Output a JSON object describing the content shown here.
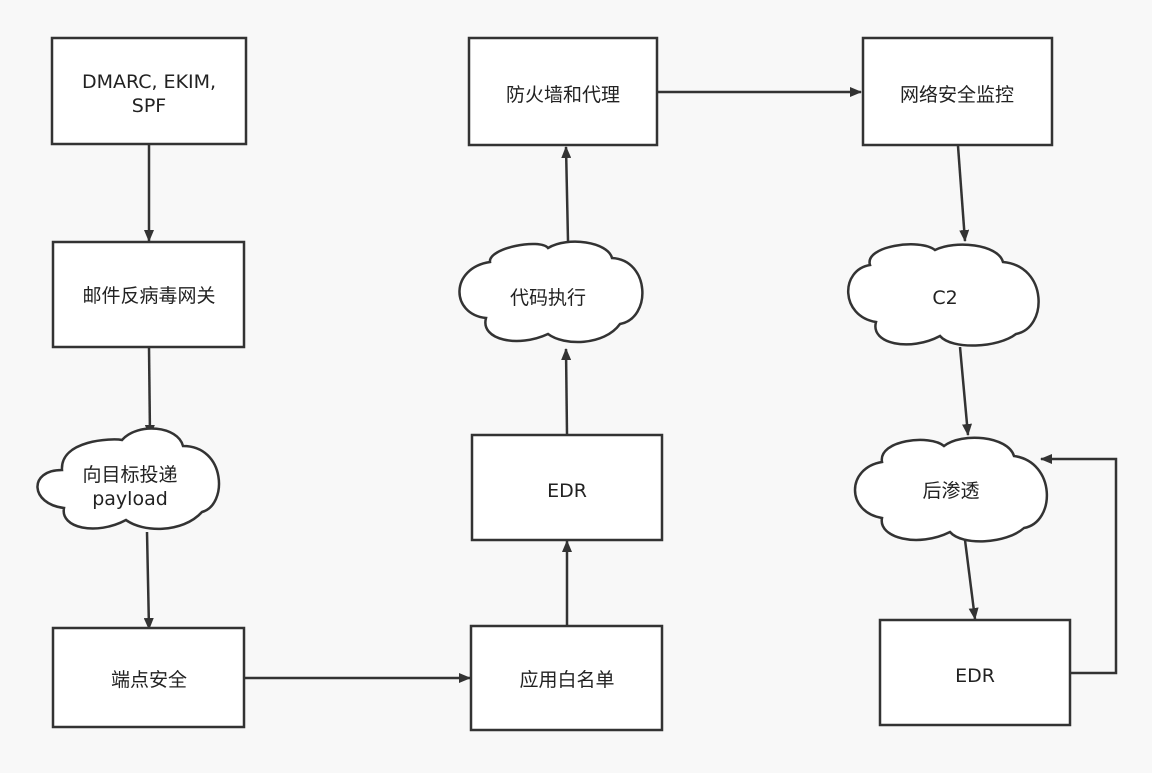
{
  "diagram": {
    "nodes": {
      "dmarc": {
        "line1": "DMARC, EKIM,",
        "line2": "SPF",
        "shape": "rect"
      },
      "mail_gateway": {
        "label": "邮件反病毒网关",
        "shape": "rect"
      },
      "deliver_payload": {
        "line1": "向目标投递",
        "line2": "payload",
        "shape": "cloud"
      },
      "endpoint_security": {
        "label": "端点安全",
        "shape": "rect"
      },
      "app_whitelist": {
        "label": "应用白名单",
        "shape": "rect"
      },
      "edr_middle": {
        "label": "EDR",
        "shape": "rect"
      },
      "code_exec": {
        "label": "代码执行",
        "shape": "cloud"
      },
      "firewall_proxy": {
        "label": "防火墙和代理",
        "shape": "rect"
      },
      "net_monitor": {
        "label": "网络安全监控",
        "shape": "rect"
      },
      "c2": {
        "label": "C2",
        "shape": "cloud"
      },
      "post_exploit": {
        "label": "后渗透",
        "shape": "cloud"
      },
      "edr_right": {
        "label": "EDR",
        "shape": "rect"
      }
    },
    "edges": [
      {
        "from": "dmarc",
        "to": "mail_gateway"
      },
      {
        "from": "mail_gateway",
        "to": "deliver_payload"
      },
      {
        "from": "deliver_payload",
        "to": "endpoint_security"
      },
      {
        "from": "endpoint_security",
        "to": "app_whitelist"
      },
      {
        "from": "app_whitelist",
        "to": "edr_middle"
      },
      {
        "from": "edr_middle",
        "to": "code_exec"
      },
      {
        "from": "code_exec",
        "to": "firewall_proxy"
      },
      {
        "from": "firewall_proxy",
        "to": "net_monitor"
      },
      {
        "from": "net_monitor",
        "to": "c2"
      },
      {
        "from": "c2",
        "to": "post_exploit"
      },
      {
        "from": "post_exploit",
        "to": "edr_right"
      },
      {
        "from": "edr_right",
        "to": "post_exploit"
      }
    ],
    "colors": {
      "background": "#f8f8f8",
      "shape_fill": "#ffffff",
      "stroke": "#333333",
      "text": "#222222"
    }
  }
}
